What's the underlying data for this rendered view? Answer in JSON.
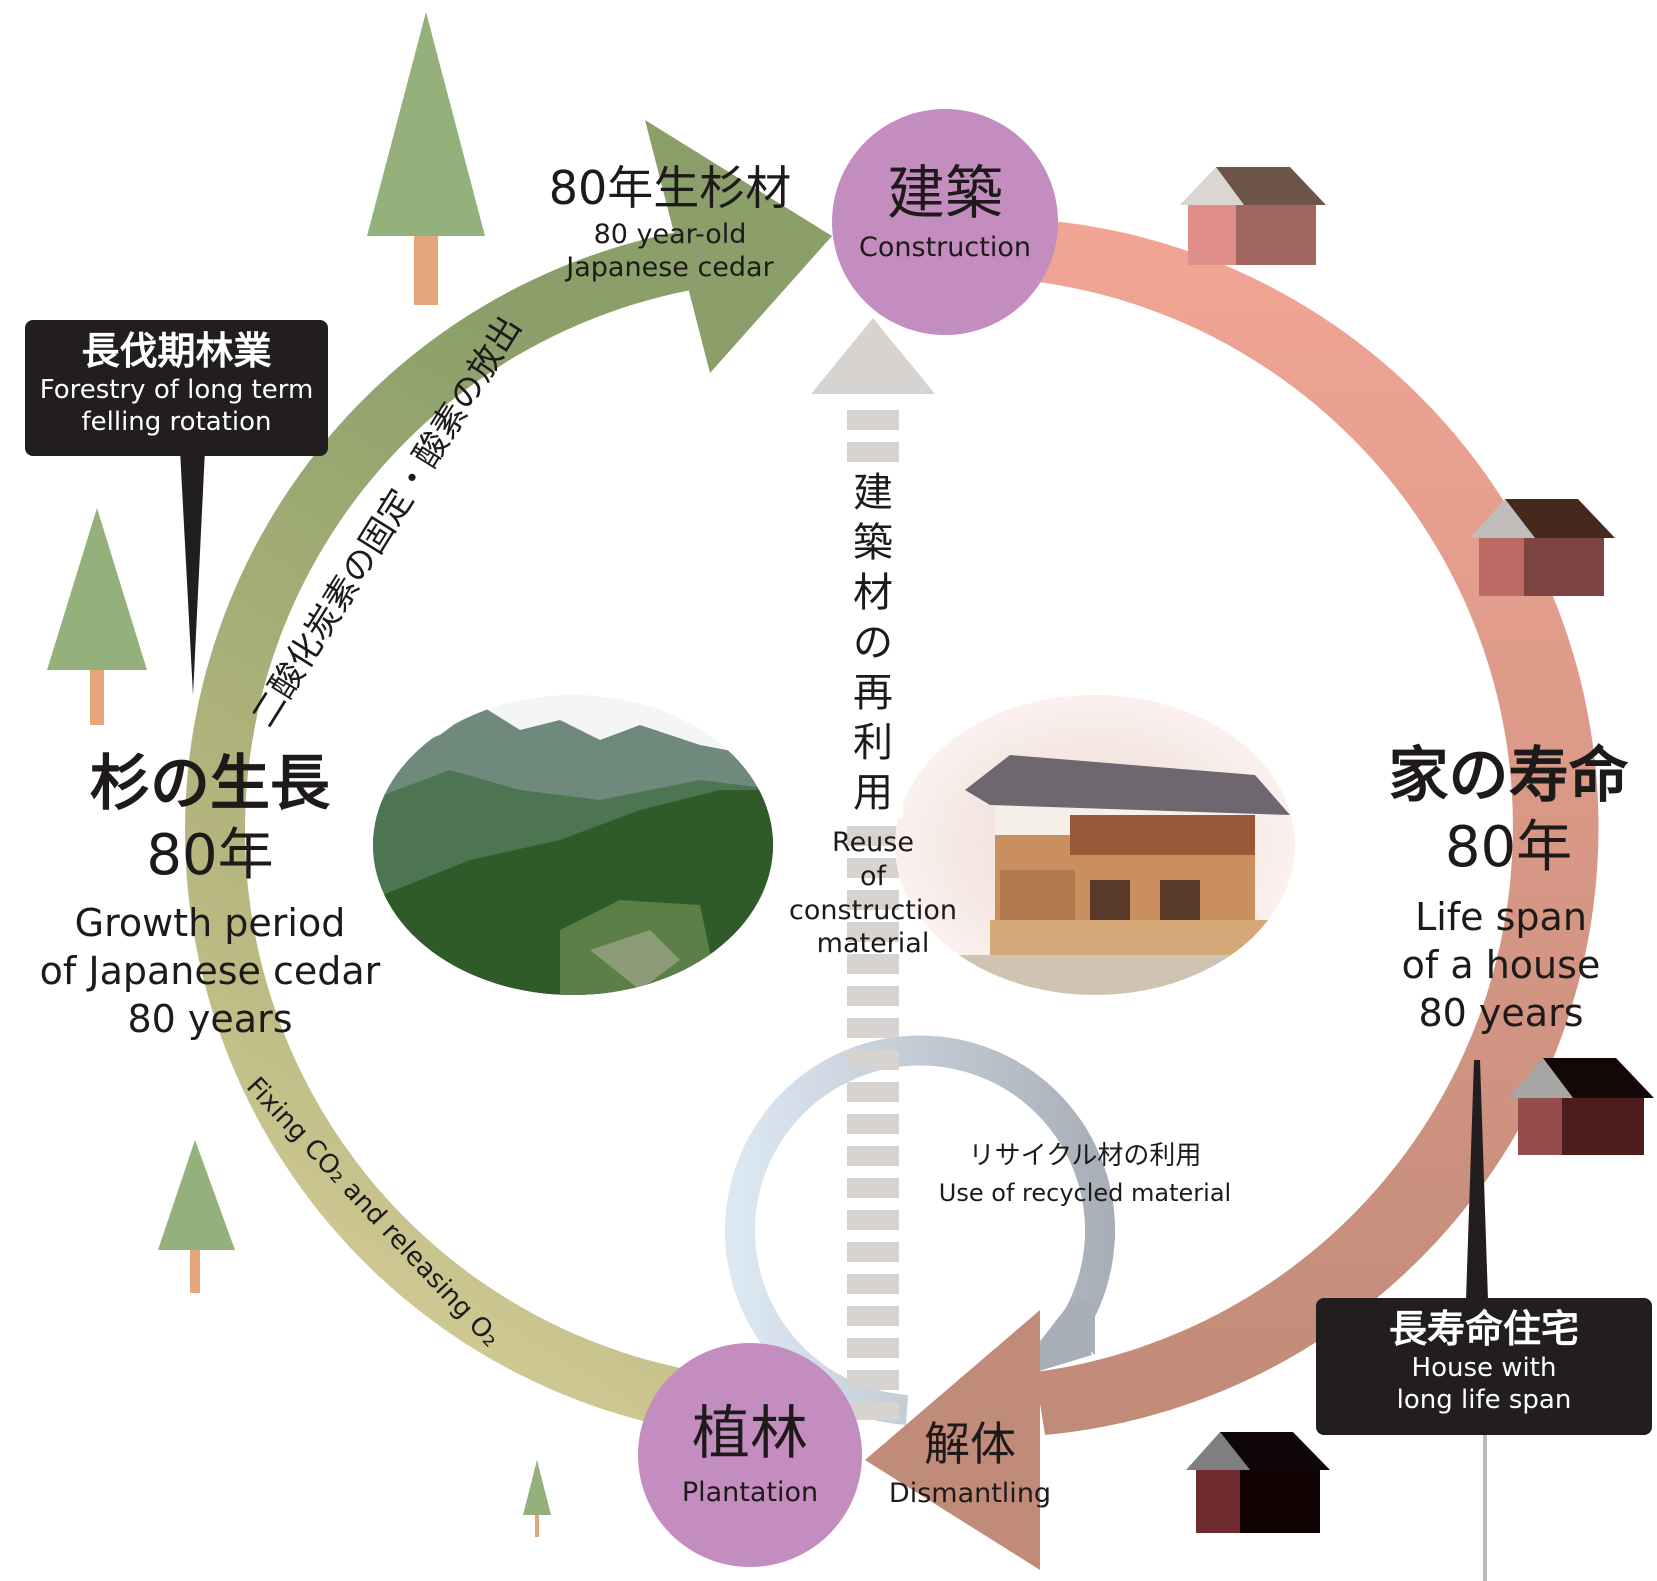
{
  "cycle": {
    "construction": {
      "ja": "建築",
      "en": "Construction"
    },
    "plantation": {
      "ja": "植林",
      "en": "Plantation"
    },
    "timber": {
      "ja": "80年生杉材",
      "en_line1": "80 year-old",
      "en_line2": "Japanese cedar"
    },
    "dismantling": {
      "ja": "解体",
      "en": "Dismantling"
    },
    "fixing_ja": "二酸化炭素の固定・酸素の放出",
    "fixing_en": "Fixing CO₂ and releasing O₂",
    "colors": {
      "node": "#c38dc0",
      "green_arrow": "#8fa36a",
      "pink_arrow": "#e3a08f",
      "grey_arrow": "#d6d3d0"
    }
  },
  "left": {
    "callout": {
      "ja": "長伐期林業",
      "en_line1": "Forestry of long term",
      "en_line2": "felling rotation"
    },
    "title_ja": "杉の生長",
    "title_num": "80年",
    "en_line1": "Growth period",
    "en_line2": "of Japanese cedar",
    "en_line3": "80 years"
  },
  "right": {
    "callout": {
      "ja": "長寿命住宅",
      "en_line1": "House with",
      "en_line2": "long life span"
    },
    "title_ja": "家の寿命",
    "title_num": "80年",
    "en_line1": "Life span",
    "en_line2": "of a house",
    "en_line3": "80 years"
  },
  "center": {
    "reuse_ja": [
      "建",
      "築",
      "材",
      "の",
      "再",
      "利",
      "用"
    ],
    "reuse_en": [
      "Reuse",
      "of",
      "construction",
      "material"
    ],
    "recycle_ja": "リサイクル材の利用",
    "recycle_en": "Use of recycled material"
  }
}
